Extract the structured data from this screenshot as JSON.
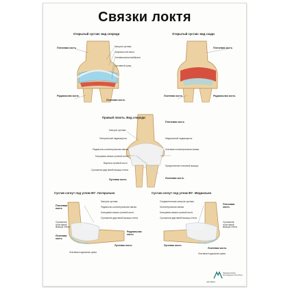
{
  "title": "Связки локтя",
  "panels": {
    "front_open": {
      "caption": "Открытый сустав: вид спереди",
      "labels": [
        "Плечевая кость",
        "Капсула сустава",
        "Жировая клетчатка",
        "Синовиальная мембрана",
        "Суставной хрящ",
        "Радиальная кость",
        "Локтевая кость"
      ]
    },
    "back_open": {
      "caption": "Открытый сустав: вид сзади",
      "labels": [
        "Плечевая кость",
        "Локтевая кость",
        "Радиальная кость"
      ]
    },
    "right_front": {
      "caption": "Правый локоть. Вид спереди",
      "labels": [
        "Плечевая кость",
        "Капсула сустава",
        "Латеральный надмыщелок",
        "Медиальный надмыщелок",
        "Радиально-коллатеральная связка",
        "Локтевая коллатеральная связка",
        "Кольцевая связка лучевой кости",
        "Сухожилие двуглавой мышцы плеча",
        "Вырезка лучевой кости",
        "Прикрепление плечевой мышцы",
        "Лучевая кость",
        "Локтевая кость"
      ]
    },
    "lateral_90": {
      "caption": "Сустав согнут под углом 90°. Латерально",
      "labels": [
        "Плечевая кость",
        "Капсула сустава",
        "Радиально-коллатеральная связка",
        "Кольцевая связка лучевой кости",
        "Сухожилие трехглавой мышцы плеча",
        "Сухожилие двуглавой мышцы плеча",
        "Локтевая кость",
        "Радиальная кость",
        "Лучевая кость",
        "Локтевая подкожная сумка"
      ]
    },
    "medial_90": {
      "caption": "Сустав согнут под углом 90°. Медиально",
      "labels": [
        "Соединительная капсула сустава",
        "Плечевая кость",
        "Коллатеральная связка",
        "Кольцевая связка лучевой кости",
        "Сухожилие двуглавой мышцы плеча",
        "Сухожилие трехглавой мышцы плеча",
        "Лучевая кость",
        "Локтевая кость",
        "Локтевая подкожная сумка"
      ]
    }
  },
  "publisher": {
    "name": "Медицинские Наглядные Пособия",
    "sub": "AlmaMed"
  },
  "colors": {
    "bone": "#ecd2a2",
    "bone_shade": "#c99a5e",
    "cartilage": "#9fd6ea",
    "ligament": "#f1f3f5",
    "synovium": "#d23a2f"
  }
}
